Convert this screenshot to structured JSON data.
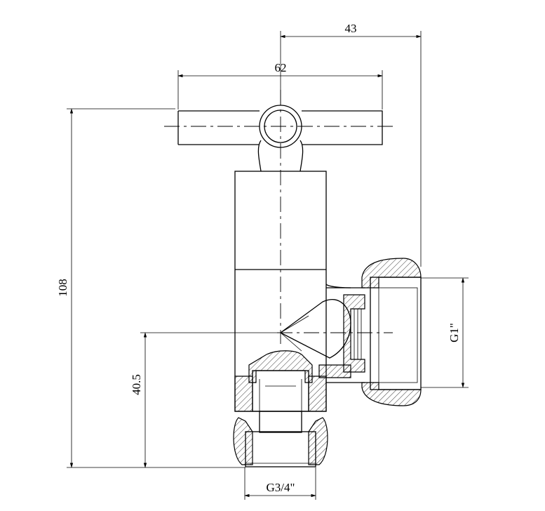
{
  "drawing": {
    "dimensions": {
      "top_offset": "43",
      "handle_width": "62",
      "overall_height": "108",
      "outlet_height": "40.5",
      "side_thread": "G1\"",
      "bottom_thread": "G3/4\""
    }
  }
}
